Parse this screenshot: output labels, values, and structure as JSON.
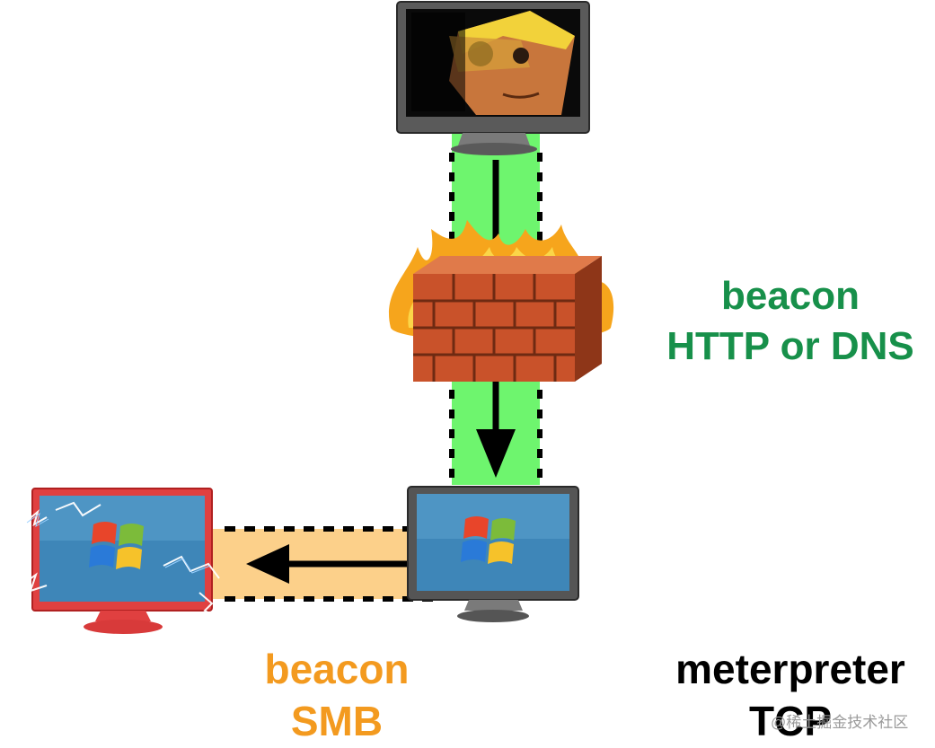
{
  "colors": {
    "green_channel": "#6ef56e",
    "orange_channel": "#fcd08a",
    "label_green": "#17904a",
    "label_orange": "#f39a1f",
    "arrow": "#000000",
    "monitor_frame": "#4a4a4a",
    "infected_monitor": "#e04040",
    "firewall_brick": "#c9522a"
  },
  "nodes": {
    "attacker": {
      "icon": "attacker-monitor-icon"
    },
    "pivot": {
      "icon": "windows-monitor-icon"
    },
    "target": {
      "icon": "infected-windows-monitor-icon"
    },
    "firewall": {
      "icon": "firewall-icon"
    }
  },
  "labels": {
    "top_right": {
      "line1": "beacon",
      "line2": "HTTP or DNS"
    },
    "bottom_left": {
      "line1": "beacon",
      "line2": "SMB"
    },
    "bottom_right": {
      "line1": "meterpreter",
      "line2": "TCP"
    }
  },
  "watermark": "@稀土掘金技术社区"
}
